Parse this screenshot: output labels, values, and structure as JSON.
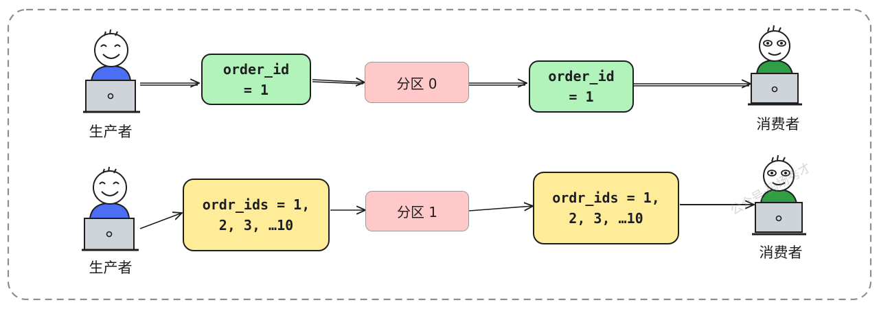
{
  "row1": {
    "producer_label": "生产者",
    "message_left": [
      "order_id",
      "= 1"
    ],
    "partition": "分区 0",
    "message_right": [
      "order_id",
      "= 1"
    ],
    "consumer_label": "消费者"
  },
  "row2": {
    "producer_label": "生产者",
    "message_left": [
      "ordr_ids = 1,",
      "2, 3, …10"
    ],
    "partition": "分区 1",
    "message_right": [
      "ordr_ids = 1,",
      "2, 3, …10"
    ],
    "consumer_label": "消费者"
  },
  "watermark": "公众号·码场秀才",
  "colors": {
    "message_green": "#b2f2bb",
    "message_yellow": "#ffec99",
    "partition_pink": "#ffc9c9",
    "producer_shirt": "#4c6ef5",
    "consumer_shirt": "#2f9e44",
    "laptop": "#ced4da"
  },
  "icons": [
    "producer-person-icon",
    "consumer-person-icon",
    "laptop-icon"
  ]
}
